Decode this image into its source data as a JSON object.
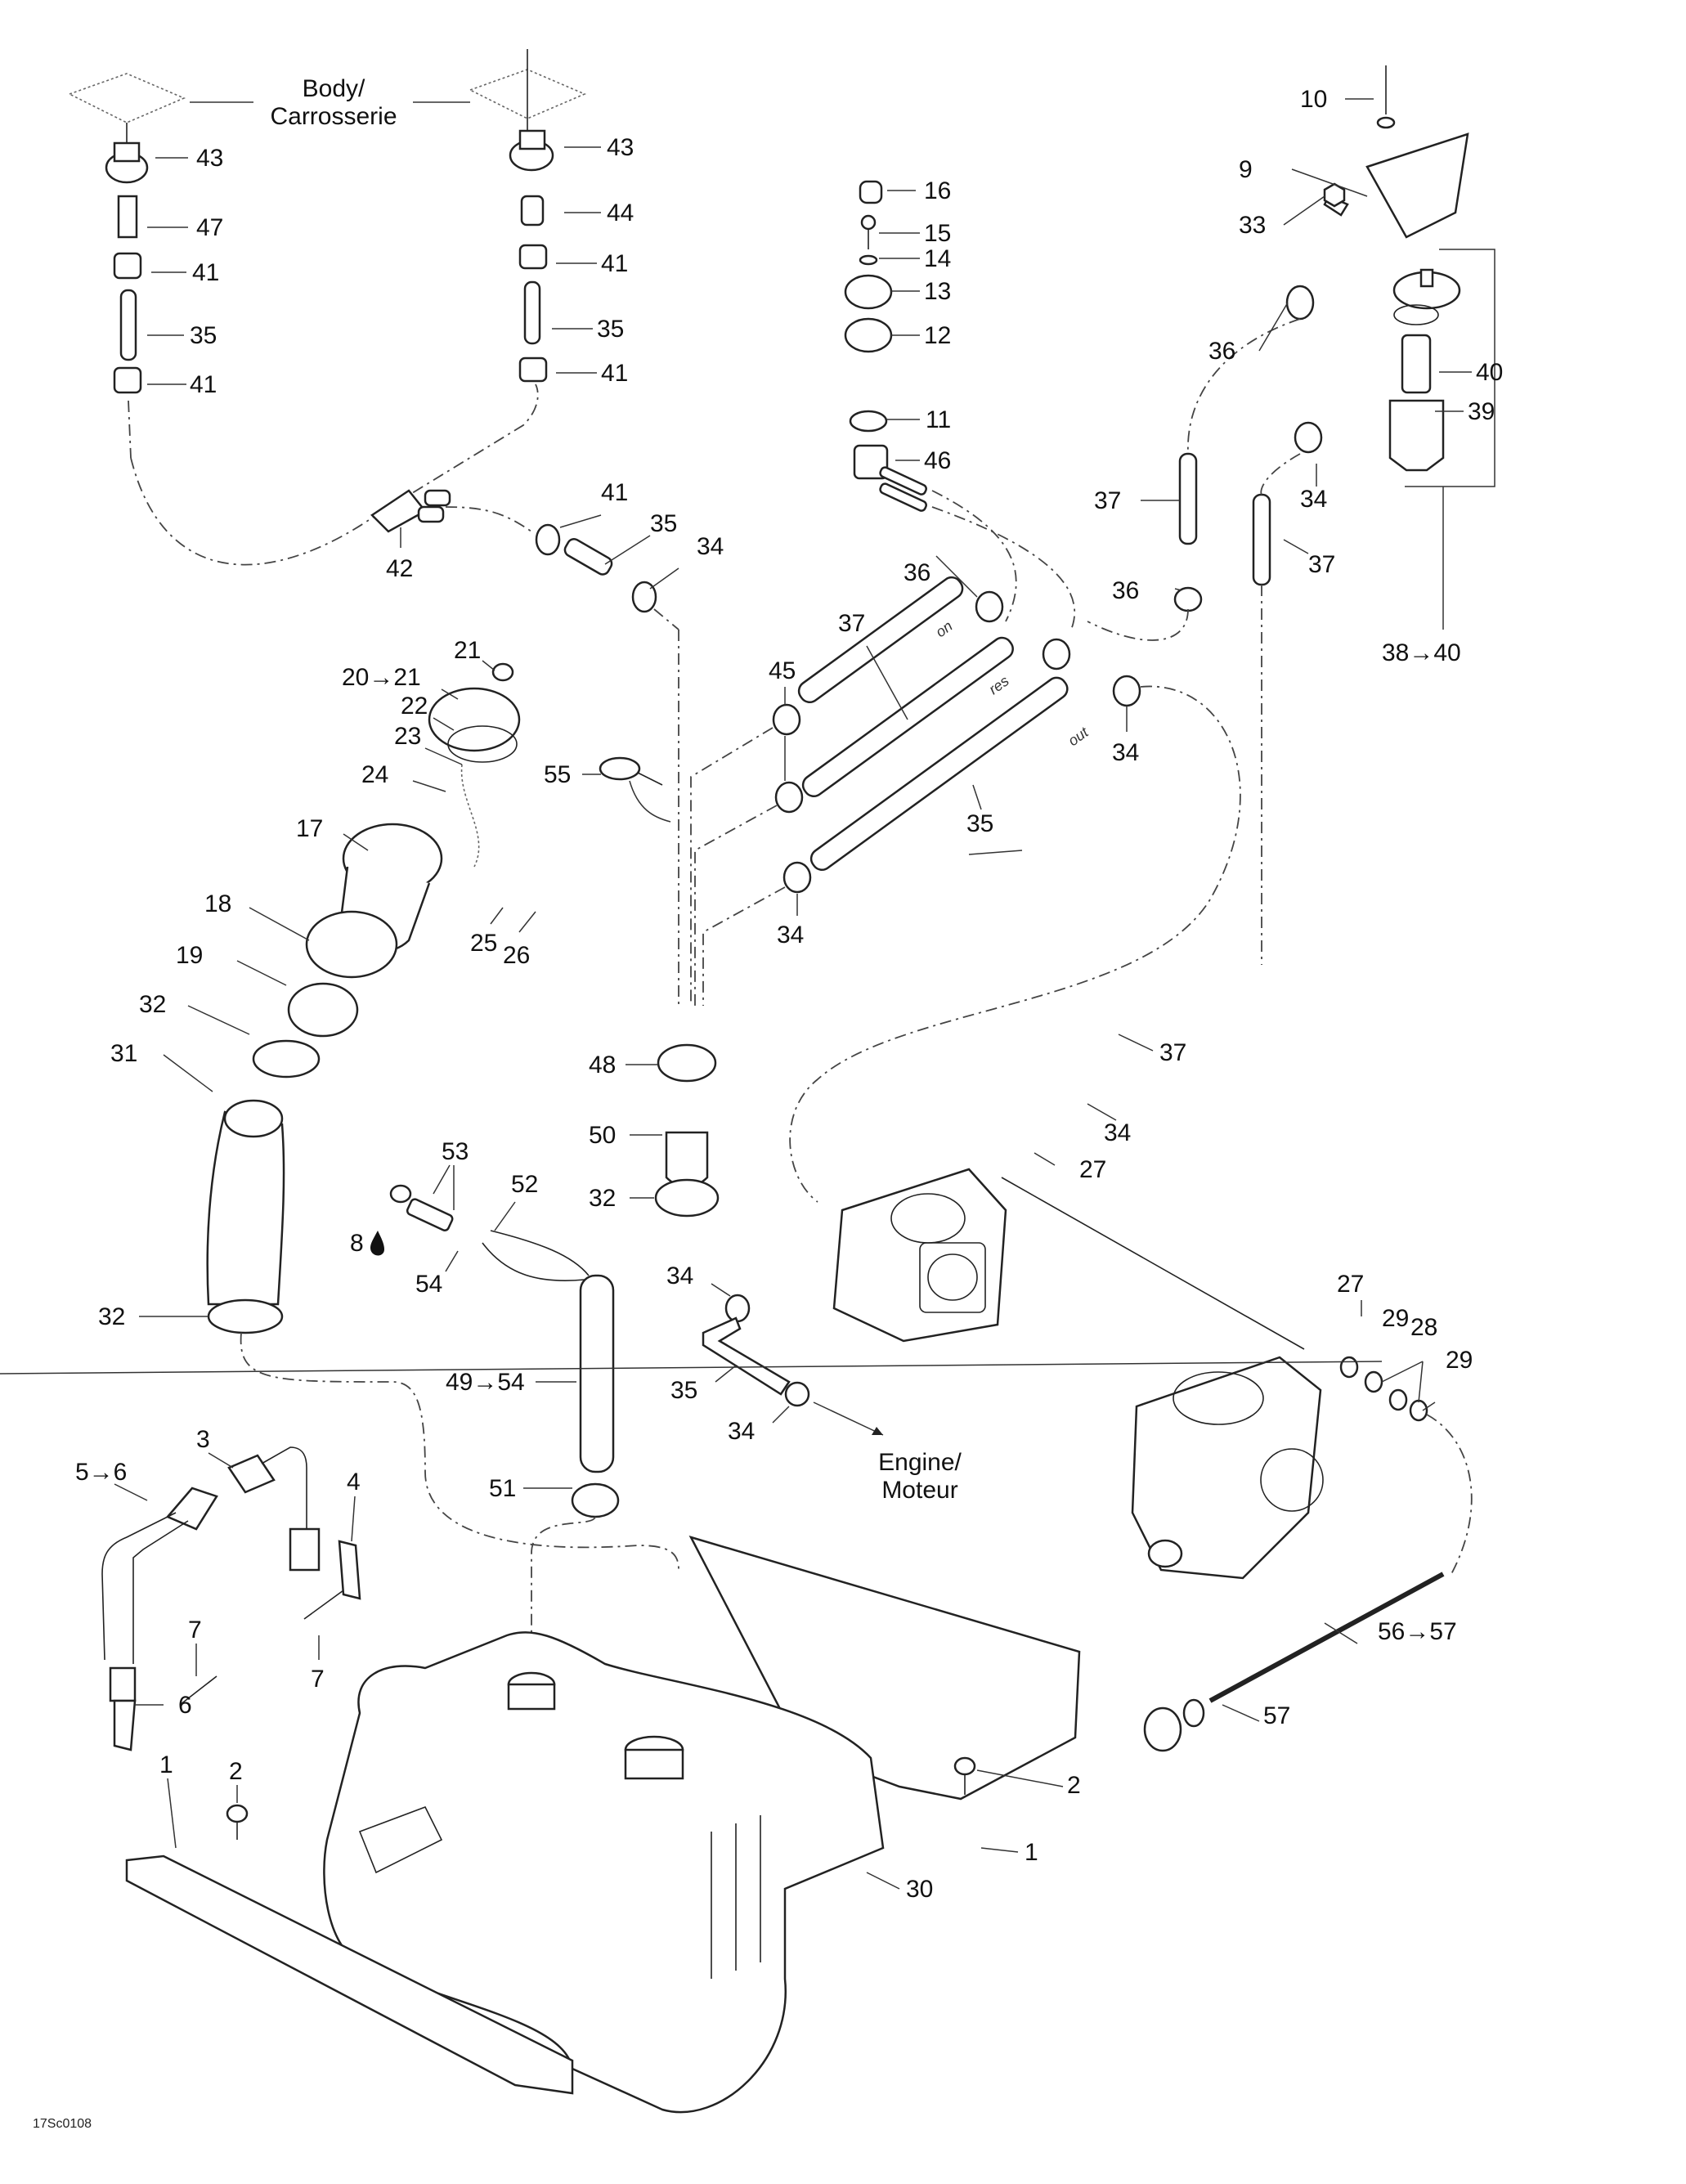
{
  "diagram": {
    "figure_code": "17Sc0108",
    "notes": {
      "body_line1": "Body/",
      "body_line2": "Carrosserie",
      "engine_line1": "Engine/",
      "engine_line2": "Moteur"
    },
    "hose_markings": {
      "on": "on",
      "res": "res",
      "out": "out"
    },
    "callouts": [
      {
        "id": "c43a",
        "text": "43"
      },
      {
        "id": "c47",
        "text": "47"
      },
      {
        "id": "c41a",
        "text": "41"
      },
      {
        "id": "c35a",
        "text": "35"
      },
      {
        "id": "c41b",
        "text": "41"
      },
      {
        "id": "c43b",
        "text": "43"
      },
      {
        "id": "c44",
        "text": "44"
      },
      {
        "id": "c41c",
        "text": "41"
      },
      {
        "id": "c35b",
        "text": "35"
      },
      {
        "id": "c41d",
        "text": "41"
      },
      {
        "id": "c42",
        "text": "42"
      },
      {
        "id": "c41e",
        "text": "41"
      },
      {
        "id": "c35c",
        "text": "35"
      },
      {
        "id": "c34a",
        "text": "34"
      },
      {
        "id": "c16",
        "text": "16"
      },
      {
        "id": "c15",
        "text": "15"
      },
      {
        "id": "c14",
        "text": "14"
      },
      {
        "id": "c13",
        "text": "13"
      },
      {
        "id": "c12",
        "text": "12"
      },
      {
        "id": "c11",
        "text": "11"
      },
      {
        "id": "c46",
        "text": "46"
      },
      {
        "id": "c10",
        "text": "10"
      },
      {
        "id": "c9",
        "text": "9"
      },
      {
        "id": "c33",
        "text": "33"
      },
      {
        "id": "c36a",
        "text": "36"
      },
      {
        "id": "c40",
        "text": "40"
      },
      {
        "id": "c39",
        "text": "39"
      },
      {
        "id": "c34b",
        "text": "34"
      },
      {
        "id": "c37a",
        "text": "37"
      },
      {
        "id": "c37b",
        "text": "37"
      },
      {
        "id": "c36b",
        "text": "36"
      },
      {
        "id": "c38_40",
        "text": "38→40"
      },
      {
        "id": "c36c",
        "text": "36"
      },
      {
        "id": "c37c",
        "text": "37"
      },
      {
        "id": "c45",
        "text": "45"
      },
      {
        "id": "c34c",
        "text": "34"
      },
      {
        "id": "c55",
        "text": "55"
      },
      {
        "id": "c35d",
        "text": "35"
      },
      {
        "id": "c34d",
        "text": "34"
      },
      {
        "id": "c21",
        "text": "21"
      },
      {
        "id": "c20_21",
        "text": "20→21"
      },
      {
        "id": "c22",
        "text": "22"
      },
      {
        "id": "c23",
        "text": "23"
      },
      {
        "id": "c24",
        "text": "24"
      },
      {
        "id": "c17",
        "text": "17"
      },
      {
        "id": "c25",
        "text": "25"
      },
      {
        "id": "c26",
        "text": "26"
      },
      {
        "id": "c18",
        "text": "18"
      },
      {
        "id": "c19",
        "text": "19"
      },
      {
        "id": "c32a",
        "text": "32"
      },
      {
        "id": "c31",
        "text": "31"
      },
      {
        "id": "c32b",
        "text": "32"
      },
      {
        "id": "c48",
        "text": "48"
      },
      {
        "id": "c50",
        "text": "50"
      },
      {
        "id": "c32c",
        "text": "32"
      },
      {
        "id": "c53",
        "text": "53"
      },
      {
        "id": "c52",
        "text": "52"
      },
      {
        "id": "c8",
        "text": "8"
      },
      {
        "id": "c54",
        "text": "54"
      },
      {
        "id": "c49_54",
        "text": "49→54"
      },
      {
        "id": "c51",
        "text": "51"
      },
      {
        "id": "c37d",
        "text": "37"
      },
      {
        "id": "c34e",
        "text": "34"
      },
      {
        "id": "c27a",
        "text": "27"
      },
      {
        "id": "c34f",
        "text": "34"
      },
      {
        "id": "c35e",
        "text": "35"
      },
      {
        "id": "c34g",
        "text": "34"
      },
      {
        "id": "c27b",
        "text": "27"
      },
      {
        "id": "c29a",
        "text": "29"
      },
      {
        "id": "c28",
        "text": "28"
      },
      {
        "id": "c29b",
        "text": "29"
      },
      {
        "id": "c56_57",
        "text": "56→57"
      },
      {
        "id": "c57",
        "text": "57"
      },
      {
        "id": "c3",
        "text": "3"
      },
      {
        "id": "c5_6",
        "text": "5→6"
      },
      {
        "id": "c4",
        "text": "4"
      },
      {
        "id": "c7a",
        "text": "7"
      },
      {
        "id": "c7b",
        "text": "7"
      },
      {
        "id": "c6",
        "text": "6"
      },
      {
        "id": "c2a",
        "text": "2"
      },
      {
        "id": "c1a",
        "text": "1"
      },
      {
        "id": "c2b",
        "text": "2"
      },
      {
        "id": "c1b",
        "text": "1"
      },
      {
        "id": "c30",
        "text": "30"
      }
    ]
  }
}
